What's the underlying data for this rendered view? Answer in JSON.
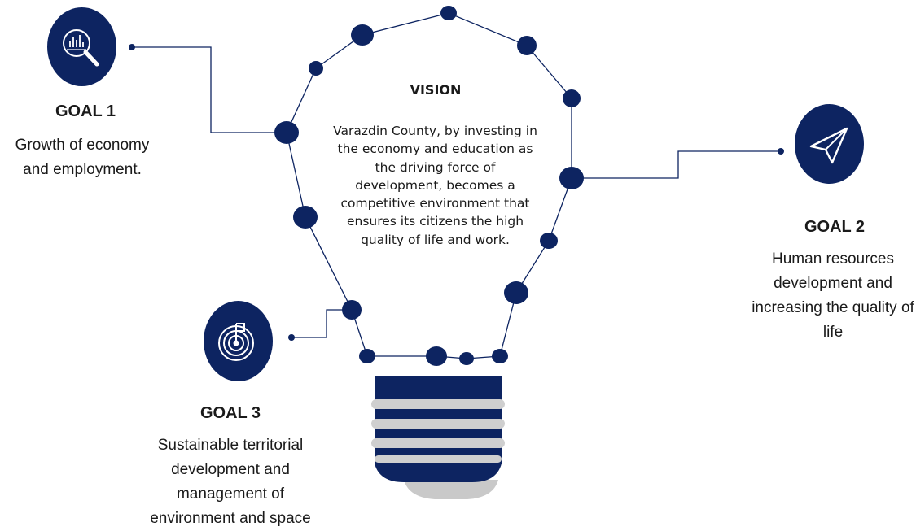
{
  "colors": {
    "navy": "#0d2461",
    "light_gray": "#cfcfcf",
    "white": "#ffffff"
  },
  "vision": {
    "title": "VISION",
    "text": "Varazdin County, by investing in the economy and education as the driving force of development, becomes a competitive environment that ensures its citizens the high quality of life and work."
  },
  "goals": [
    {
      "title": "GOAL 1",
      "description": "Growth of economy and employment.",
      "icon": "magnifier-chart-icon"
    },
    {
      "title": "GOAL 2",
      "description": "Human resources development and increasing the quality of life",
      "icon": "paper-plane-icon"
    },
    {
      "title": "GOAL 3",
      "description": "Sustainable territorial development and management of environment and space",
      "icon": "target-flag-icon"
    }
  ]
}
